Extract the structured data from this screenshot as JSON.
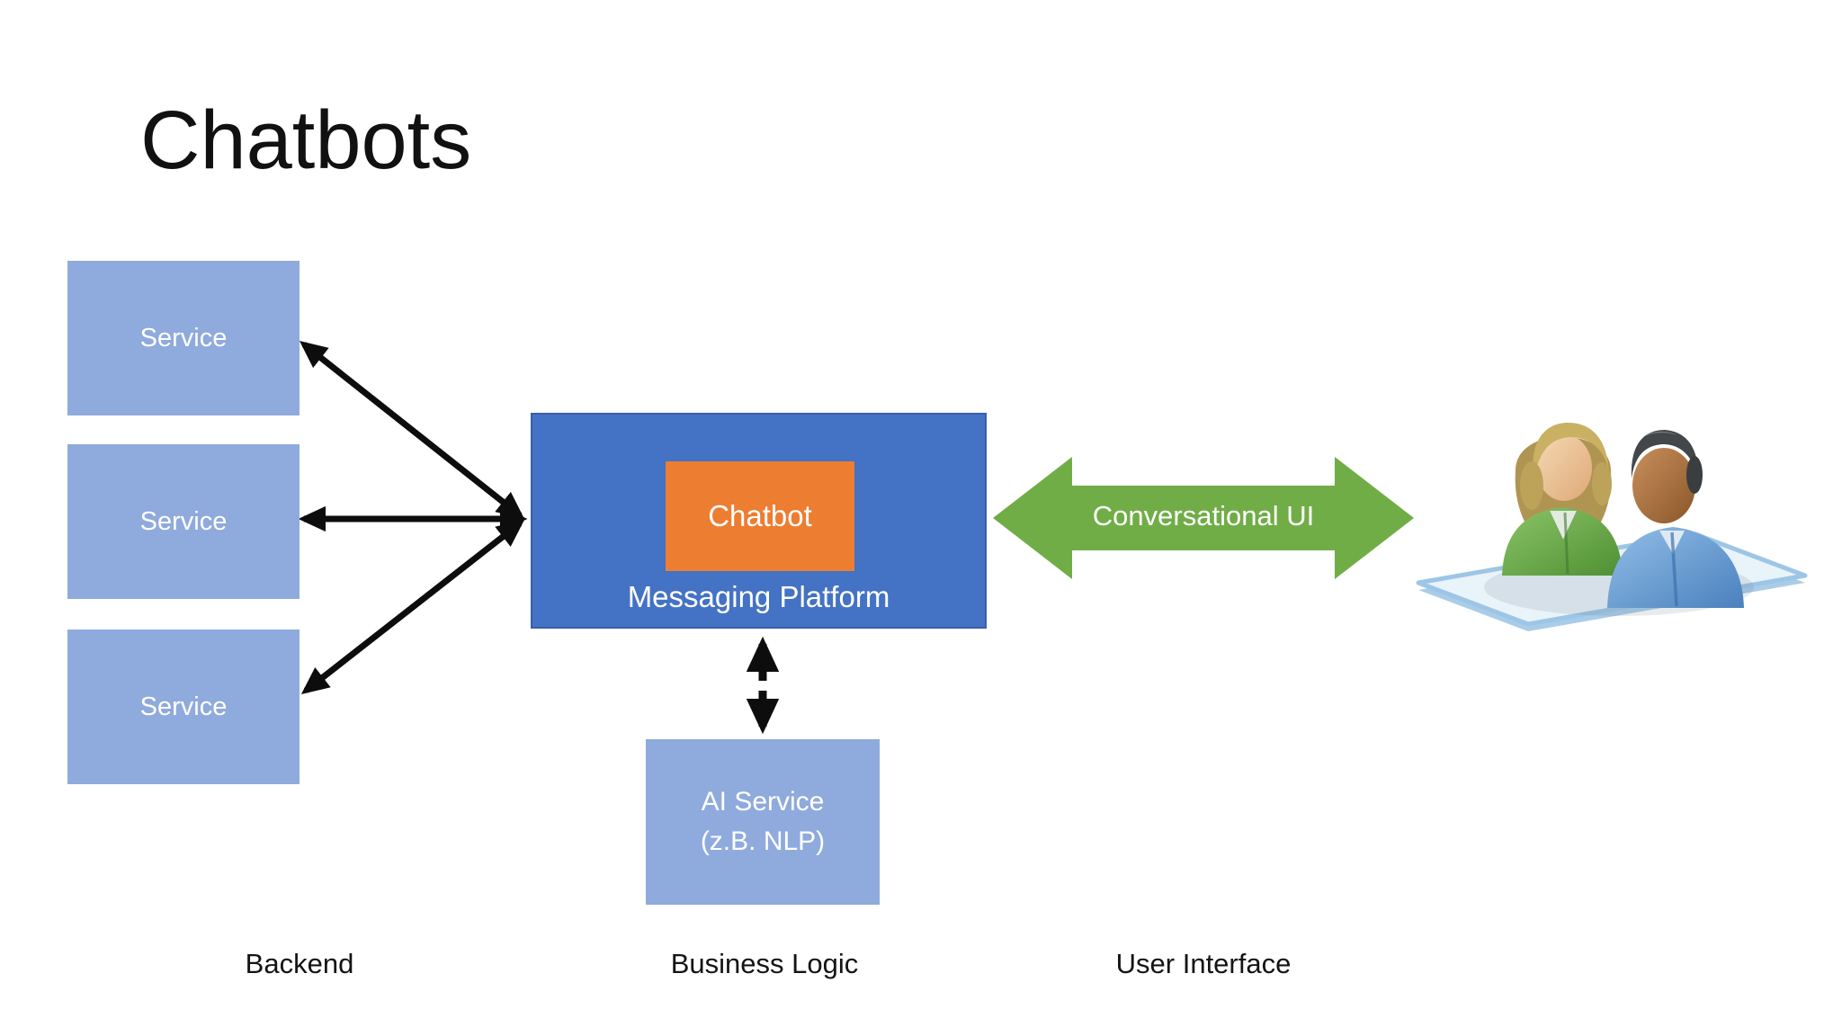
{
  "slide": {
    "title": "Chatbots"
  },
  "backend": {
    "caption": "Backend",
    "services": [
      {
        "label": "Service"
      },
      {
        "label": "Service"
      },
      {
        "label": "Service"
      }
    ]
  },
  "business_logic": {
    "caption": "Business Logic",
    "messaging_platform": {
      "label": "Messaging Platform"
    },
    "chatbot": {
      "label": "Chatbot"
    },
    "ai_service": {
      "line1": "AI Service",
      "line2": "(z.B. NLP)"
    }
  },
  "user_interface": {
    "caption": "User Interface",
    "conversational_arrow": {
      "label": "Conversational UI"
    },
    "users_icon": "two-users-on-glass-tile"
  },
  "colors": {
    "service_fill": "#8FAADC",
    "platform_fill": "#4472C4",
    "platform_border": "#3A5FA8",
    "chatbot_fill": "#ED7D31",
    "arrow_green": "#70AD47",
    "connector_black": "#0d0d0d",
    "text_on_fill": "#FFFFFF",
    "title_color": "#111111"
  }
}
